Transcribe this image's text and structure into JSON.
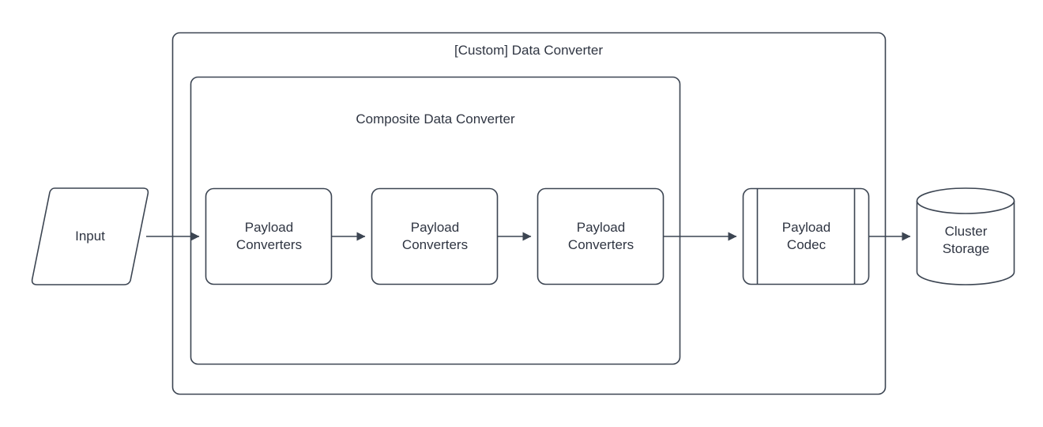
{
  "diagram": {
    "type": "flowchart",
    "title_outer": "[Custom] Data Converter",
    "title_inner": "Composite Data Converter",
    "stroke_color": "#3c4552",
    "fill_color": "#ffffff",
    "text_color": "#2f3542",
    "background_color": "#ffffff",
    "nodes": [
      {
        "id": "input",
        "label": "Input",
        "shape": "parallelogram"
      },
      {
        "id": "payload-converters-1",
        "label": "Payload\nConverters",
        "shape": "rounded-rectangle"
      },
      {
        "id": "payload-converters-2",
        "label": "Payload\nConverters",
        "shape": "rounded-rectangle"
      },
      {
        "id": "payload-converters-3",
        "label": "Payload\nConverters",
        "shape": "rounded-rectangle"
      },
      {
        "id": "payload-codec",
        "label": "Payload\nCodec",
        "shape": "subprocess"
      },
      {
        "id": "cluster-storage",
        "label": "Cluster\nStorage",
        "shape": "cylinder"
      }
    ],
    "containers": [
      {
        "id": "custom-data-converter",
        "label": "[Custom] Data Converter"
      },
      {
        "id": "composite-data-converter",
        "label": "Composite Data Converter"
      }
    ],
    "edges": [
      {
        "from": "input",
        "to": "payload-converters-1",
        "arrow": "filled-triangle"
      },
      {
        "from": "payload-converters-1",
        "to": "payload-converters-2",
        "arrow": "filled-triangle"
      },
      {
        "from": "payload-converters-2",
        "to": "payload-converters-3",
        "arrow": "filled-triangle"
      },
      {
        "from": "payload-converters-3",
        "to": "payload-codec",
        "arrow": "filled-triangle"
      },
      {
        "from": "payload-codec",
        "to": "cluster-storage",
        "arrow": "filled-triangle"
      }
    ]
  }
}
